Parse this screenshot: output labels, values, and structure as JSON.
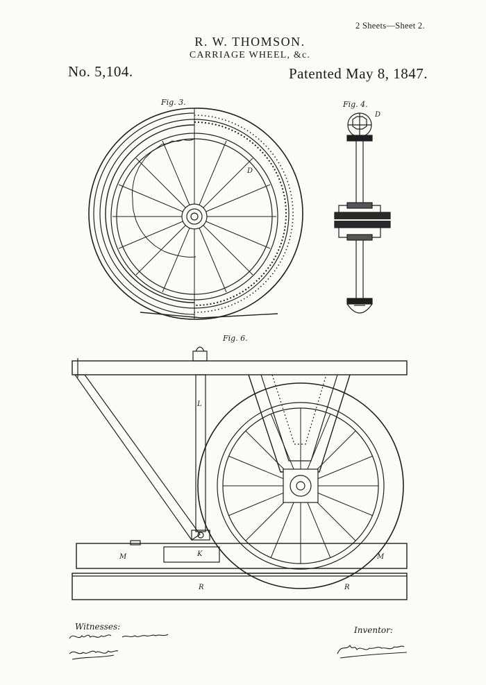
{
  "header": {
    "sheet_info": "2 Sheets—Sheet 2.",
    "inventor_name": "R. W. THOMSON.",
    "title": "CARRIAGE WHEEL, &c.",
    "patent_number": "No. 5,104.",
    "patent_date": "Patented May 8, 1847."
  },
  "figures": {
    "fig3": "Fig. 3.",
    "fig4": "Fig. 4.",
    "fig6": "Fig. 6."
  },
  "reference_letters": {
    "d3": "D",
    "d4": "D",
    "l": "L",
    "k": "K",
    "m1": "M",
    "m2": "M",
    "r1": "R",
    "r2": "R"
  },
  "footer": {
    "witnesses_label": "Witnesses:",
    "inventor_label": "Inventor:"
  }
}
